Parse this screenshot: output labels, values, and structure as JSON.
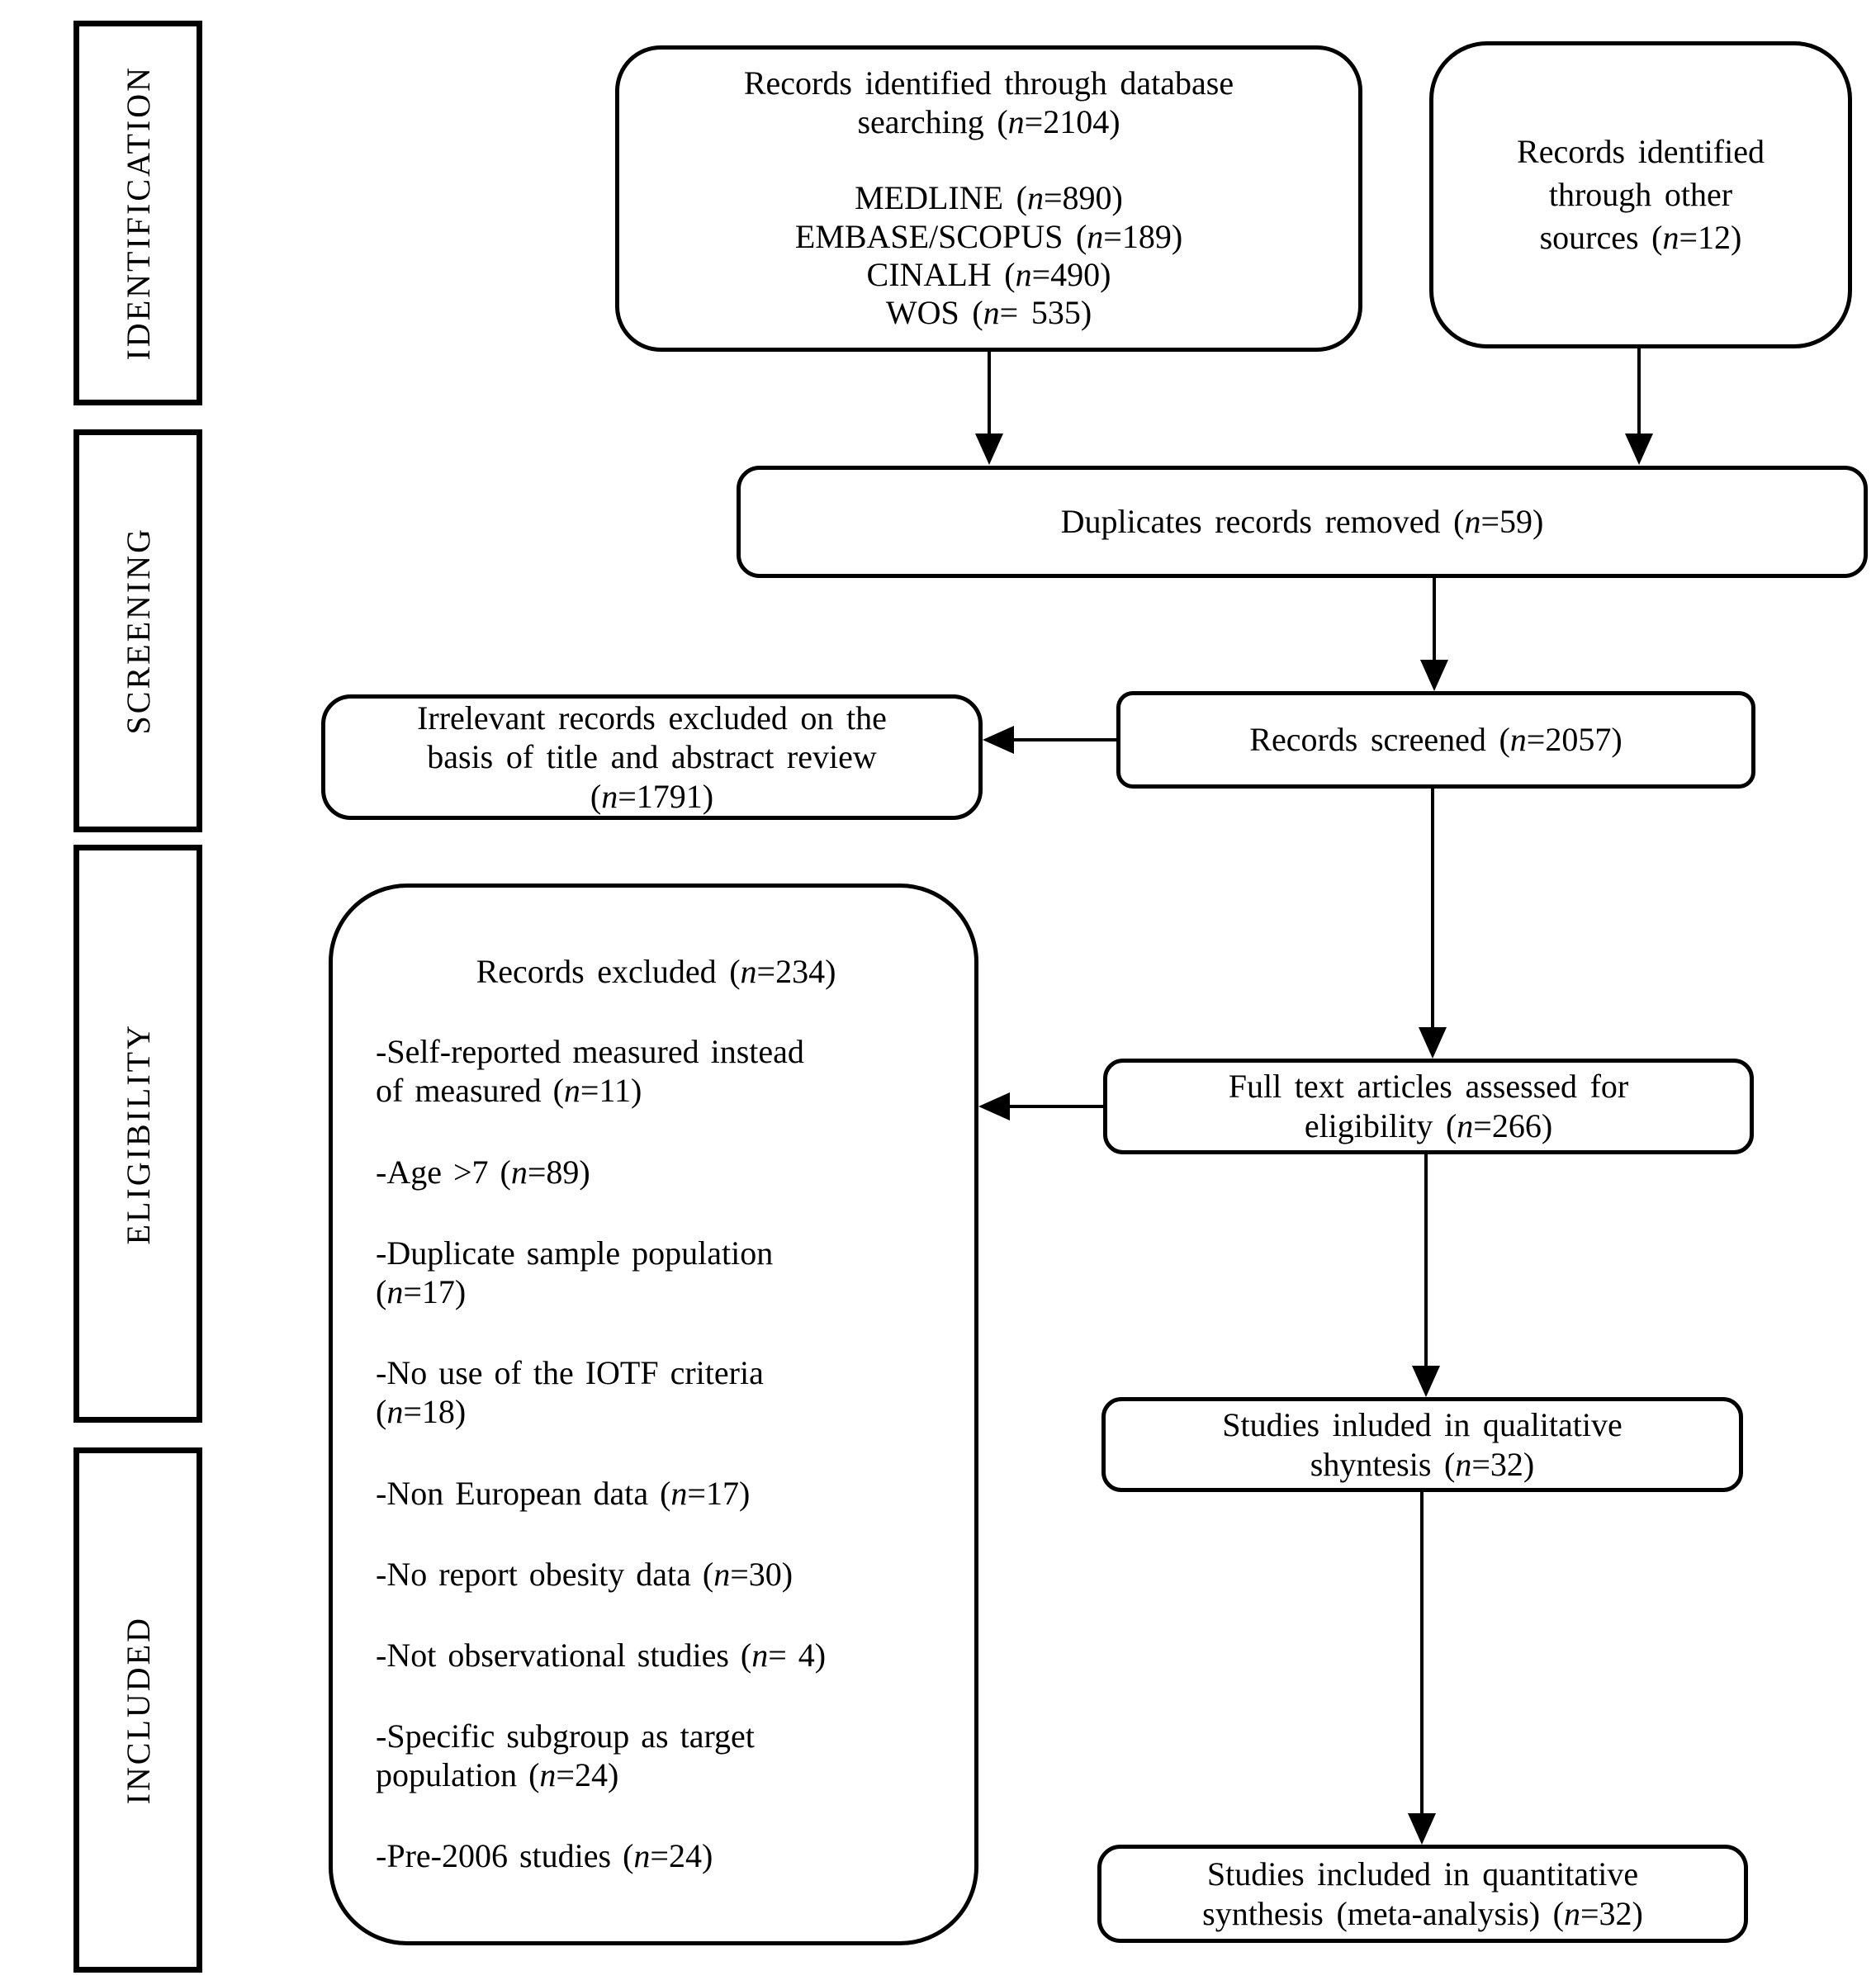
{
  "canvas": {
    "background": "#ffffff",
    "ink": "#000000"
  },
  "sidebar": {
    "stages": [
      {
        "label": "IDENTIFICATION"
      },
      {
        "label": "SCREENING"
      },
      {
        "label": "ELIGIBILITY"
      },
      {
        "label": "INCLUDED"
      }
    ]
  },
  "boxes": {
    "records_db": {
      "lines": [
        "Records identified through database",
        "searching (n=2104)",
        "MEDLINE (n=890)",
        "EMBASE/SCOPUS (n=189)",
        "CINALH (n=490)",
        "WOS (n= 535)"
      ]
    },
    "records_other": {
      "lines": [
        "Records identified",
        "through other",
        "sources (n=12)"
      ]
    },
    "duplicates_removed": {
      "label": "Duplicates records removed (n=59)"
    },
    "records_screened": {
      "label": "Records screened (n=2057)"
    },
    "irrelevant_excluded": {
      "lines": [
        "Irrelevant records excluded on the",
        "basis of title and abstract review",
        "(n=1791)"
      ]
    },
    "fulltext_assessed": {
      "lines": [
        "Full text articles assessed for",
        "eligibility (n=266)"
      ]
    },
    "records_excluded": {
      "title": "Records excluded (n=234)",
      "items": [
        {
          "lines": [
            "-Self-reported measured instead",
            "of measured (n=11)"
          ]
        },
        {
          "lines": [
            "-Age >7 (n=89)"
          ]
        },
        {
          "lines": [
            "-Duplicate sample population",
            "(n=17)"
          ]
        },
        {
          "lines": [
            "-No use of the IOTF criteria",
            "(n=18)"
          ]
        },
        {
          "lines": [
            "-Non European data (n=17)"
          ]
        },
        {
          "lines": [
            "-No report obesity data (n=30)"
          ]
        },
        {
          "lines": [
            "-Not observational studies (n= 4)"
          ]
        },
        {
          "lines": [
            "-Specific subgroup as target",
            "population (n=24)"
          ]
        },
        {
          "lines": [
            "-Pre-2006 studies (n=24)"
          ]
        }
      ]
    },
    "qualitative_synthesis": {
      "lines": [
        "Studies inluded in qualitative",
        "shyntesis (n=32)"
      ]
    },
    "quantitative_synthesis": {
      "lines": [
        "Studies included in quantitative",
        "synthesis (meta-analysis) (n=32)"
      ]
    }
  }
}
